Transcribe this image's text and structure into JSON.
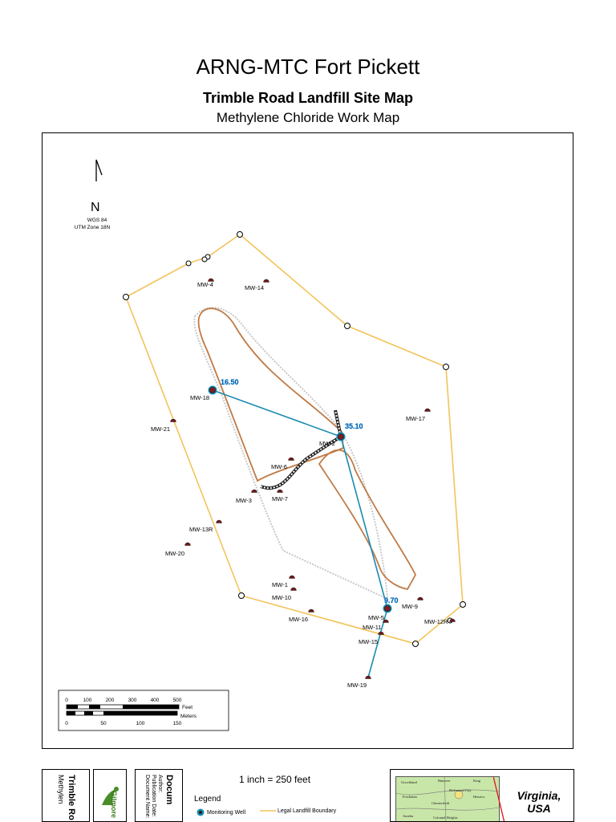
{
  "header": {
    "title": "ARNG-MTC Fort Pickett",
    "site_title": "Trimble Road Landfill Site Map",
    "subtitle": "Methylene Chloride Work Map"
  },
  "map": {
    "north_arrow": {
      "letter": "N",
      "datum": "WGS 84",
      "zone": "UTM Zone 18N"
    },
    "wells": [
      {
        "id": "MW-4",
        "label": "MW-4"
      },
      {
        "id": "MW-14",
        "label": "MW-14"
      },
      {
        "id": "MW-18",
        "label": "MW-18"
      },
      {
        "id": "MW-21",
        "label": "MW-21"
      },
      {
        "id": "MW-17",
        "label": "MW-17"
      },
      {
        "id": "MW-2",
        "label": "MW-2"
      },
      {
        "id": "MW-6",
        "label": "MW-6"
      },
      {
        "id": "MW-3",
        "label": "MW-3"
      },
      {
        "id": "MW-7",
        "label": "MW-7"
      },
      {
        "id": "MW-13R",
        "label": "MW-13R"
      },
      {
        "id": "MW-20",
        "label": "MW-20"
      },
      {
        "id": "MW-1",
        "label": "MW-1"
      },
      {
        "id": "MW-10",
        "label": "MW-10"
      },
      {
        "id": "MW-16",
        "label": "MW-16"
      },
      {
        "id": "MW-9",
        "label": "MW-9"
      },
      {
        "id": "MW-5",
        "label": "MW-5"
      },
      {
        "id": "MW-11",
        "label": "MW-11"
      },
      {
        "id": "MW-12R",
        "label": "MW-12R"
      },
      {
        "id": "MW-15",
        "label": "MW-15"
      },
      {
        "id": "MW-19",
        "label": "MW-19"
      }
    ],
    "concentrations": [
      {
        "well": "MW-18",
        "value": "16.50"
      },
      {
        "well": "MW-2",
        "value": "35.10"
      },
      {
        "well": "MW-5",
        "value": "9.70"
      }
    ],
    "scalebar": {
      "feet_ticks": [
        "0",
        "100",
        "200",
        "300",
        "400",
        "500"
      ],
      "feet_unit": "Feet",
      "meter_ticks": [
        "0",
        "50",
        "100",
        "150"
      ],
      "meter_unit": "Meters"
    }
  },
  "footer": {
    "title_block": "Trimble Ro",
    "title_block_sub": "Methylen",
    "logo_text": "Gilmore",
    "doc_heading": "Docum",
    "doc_fields": [
      "Author:",
      "Publication Date:",
      "Document Name:"
    ],
    "scale_note": "1 inch = 250 feet",
    "legend": {
      "heading": "Legend",
      "items": [
        "Monitoring Well",
        "Legal Landfill Boundary"
      ]
    },
    "inset": {
      "label_line1": "Virginia,",
      "label_line2": "USA",
      "places": [
        "Goochland",
        "Hanover",
        "King",
        "Powhatan",
        "Richmond City",
        "Henrico",
        "Chesterfield",
        "Amelia",
        "Colonial Heights"
      ]
    }
  },
  "colors": {
    "boundary": "#f2c45a",
    "landfill": "#c07a45",
    "plume_line": "#1a8cb0",
    "concentration_text": "#0a5fa8"
  }
}
